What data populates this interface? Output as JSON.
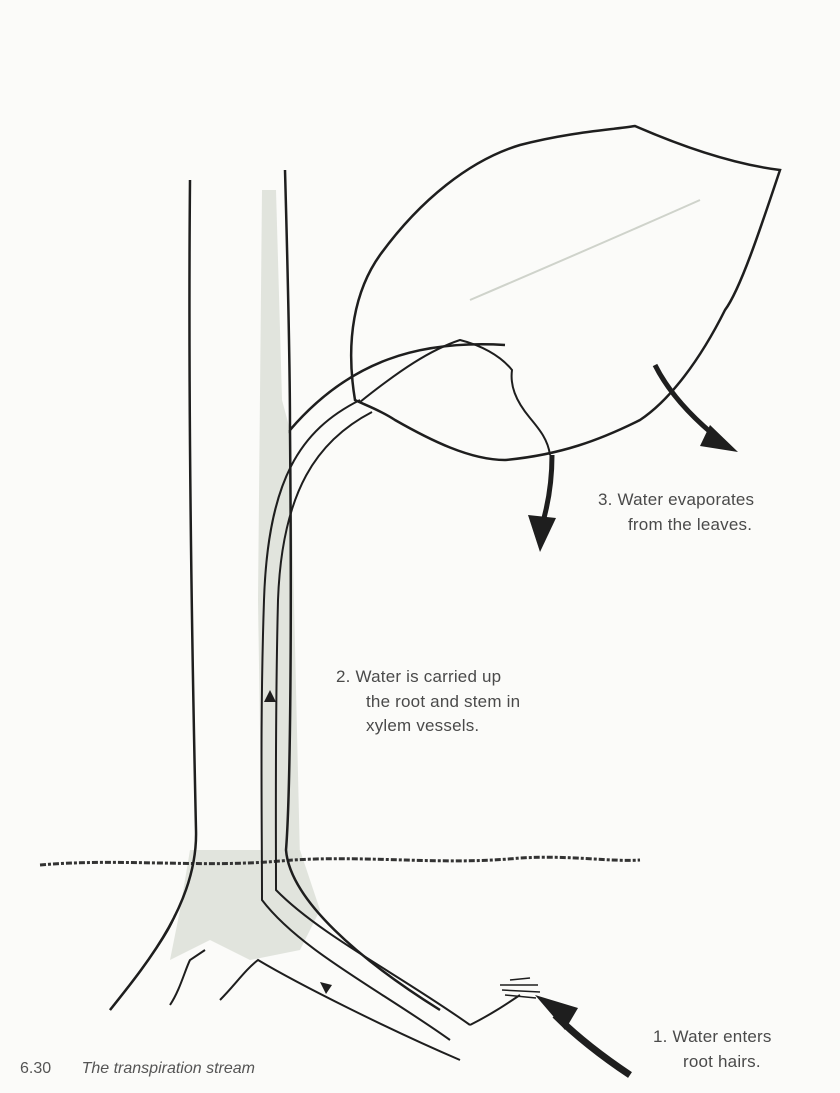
{
  "steps": [
    {
      "number": "1.",
      "line1": "Water enters",
      "line2": "root hairs."
    },
    {
      "number": "2.",
      "line1": "Water is carried up",
      "line2": "the root and stem in",
      "line3": "xylem vessels."
    },
    {
      "number": "3.",
      "line1": "Water evaporates",
      "line2": "from the leaves."
    }
  ],
  "caption": {
    "figure_number": "6.30",
    "title": "The transpiration stream"
  },
  "colors": {
    "line": "#1e1e1e",
    "xylem_fill": "#d9dcd6",
    "background": "#fbfbf9"
  },
  "icons": [
    "arrow-root-icon",
    "arrow-evaporation-left-icon",
    "arrow-evaporation-right-icon"
  ]
}
